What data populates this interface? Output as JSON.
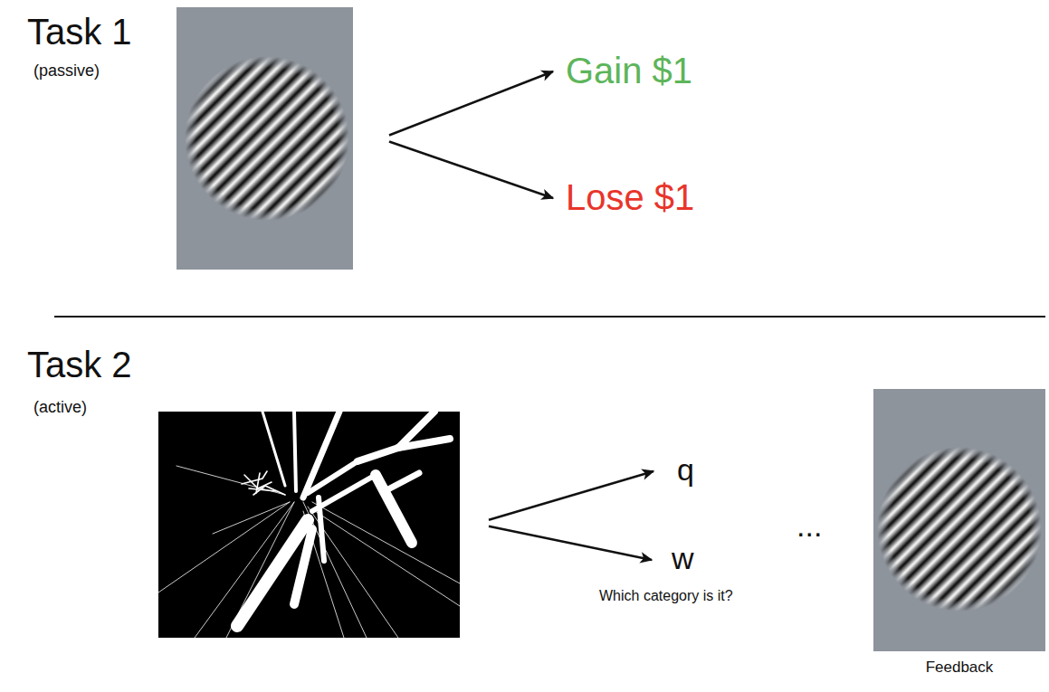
{
  "diagram": {
    "nodes": [
      {
        "text": [
          "Task 1",
          "(passive)"
        ]
      },
      {
        "text": [
          "Gain $1"
        ]
      },
      {
        "text": [
          "Lose $1"
        ]
      },
      {
        "text": [
          "Task 2",
          "(active)"
        ]
      },
      {
        "text": [
          "q"
        ]
      },
      {
        "text": [
          "w"
        ]
      },
      {
        "text": [
          "Feedback"
        ]
      }
    ],
    "edges": [
      {
        "from": 0,
        "to": 1,
        "arrow": "to"
      },
      {
        "from": 0,
        "to": 2,
        "arrow": "to"
      },
      {
        "from": 3,
        "to": 4,
        "arrow": "to"
      },
      {
        "from": 3,
        "to": 5,
        "arrow": "to"
      }
    ],
    "labels": [
      "...",
      "Which category is it?"
    ]
  }
}
